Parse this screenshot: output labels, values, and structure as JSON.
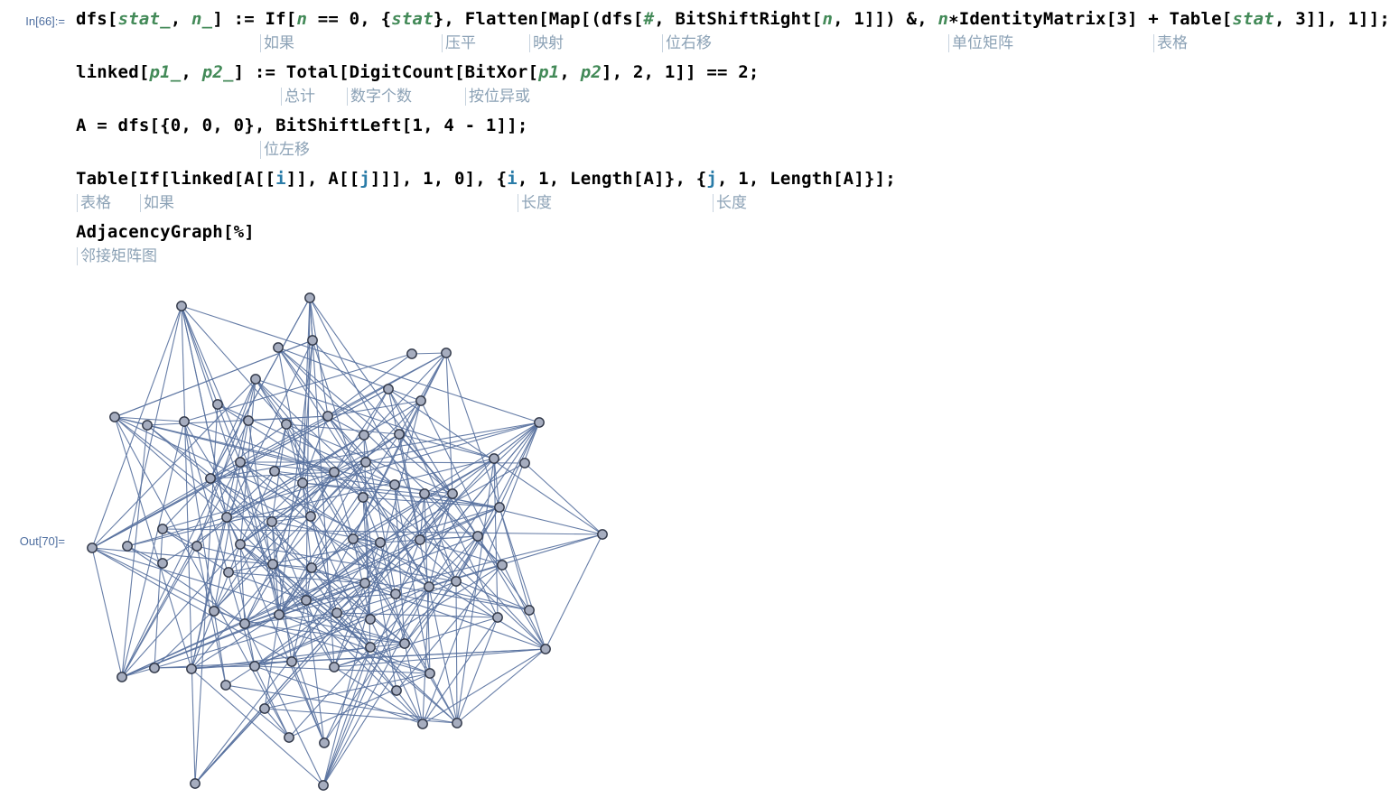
{
  "cell_in": {
    "label": "In[66]:=",
    "lines": [
      {
        "segments": [
          [
            "dfs[",
            ""
          ],
          [
            "stat_",
            "v"
          ],
          [
            ", ",
            ""
          ],
          [
            "n_",
            "v"
          ],
          [
            "] := If[",
            ""
          ],
          [
            "n",
            "v"
          ],
          [
            " == 0, {",
            ""
          ],
          [
            "stat",
            "v"
          ],
          [
            "}, Flatten[Map[(dfs[",
            ""
          ],
          [
            "#",
            "v"
          ],
          [
            ", BitShiftRight[",
            ""
          ],
          [
            "n",
            "v"
          ],
          [
            ", 1]]) &, ",
            ""
          ],
          [
            "n",
            "v"
          ],
          [
            "∗IdentityMatrix[3] + Table[",
            ""
          ],
          [
            "stat",
            "v"
          ],
          [
            ", 3]], 1]];",
            ""
          ]
        ],
        "annotations": [
          {
            "text": "如果",
            "col": 288
          },
          {
            "text": "压平",
            "col": 489
          },
          {
            "text": "映射",
            "col": 586
          },
          {
            "text": "位右移",
            "col": 733
          },
          {
            "text": "单位矩阵",
            "col": 1050
          },
          {
            "text": "表格",
            "col": 1277
          }
        ]
      },
      {
        "segments": [
          [
            "linked[",
            ""
          ],
          [
            "p1_",
            "v"
          ],
          [
            ", ",
            ""
          ],
          [
            "p2_",
            "v"
          ],
          [
            "] := Total[DigitCount[BitXor[",
            ""
          ],
          [
            "p1",
            "v"
          ],
          [
            ", ",
            ""
          ],
          [
            "p2",
            "v"
          ],
          [
            "], 2, 1]] == 2;",
            ""
          ]
        ],
        "annotations": [
          {
            "text": "总计",
            "col": 311
          },
          {
            "text": "数字个数",
            "col": 384
          },
          {
            "text": "按位异或",
            "col": 515
          }
        ]
      },
      {
        "segments": [
          [
            "A = dfs[{0, 0, 0}, BitShiftLeft[1, 4 - 1]];",
            ""
          ]
        ],
        "annotations": [
          {
            "text": "位左移",
            "col": 288
          }
        ]
      },
      {
        "segments": [
          [
            "Table[If[linked[A[[",
            ""
          ],
          [
            "i",
            "idx"
          ],
          [
            "]], A[[",
            ""
          ],
          [
            "j",
            "idx"
          ],
          [
            "]]], 1, 0], {",
            ""
          ],
          [
            "i",
            "idx"
          ],
          [
            ", 1, Length[A]}, {",
            ""
          ],
          [
            "j",
            "idx"
          ],
          [
            ", 1, Length[A]}];",
            ""
          ]
        ],
        "annotations": [
          {
            "text": "表格",
            "col": 85
          },
          {
            "text": "如果",
            "col": 155
          },
          {
            "text": "长度",
            "col": 573
          },
          {
            "text": "长度",
            "col": 789
          }
        ]
      },
      {
        "segments": [
          [
            "AdjacencyGraph[%]",
            ""
          ]
        ],
        "annotations": [
          {
            "text": "邻接矩阵图",
            "col": 85
          }
        ]
      }
    ]
  },
  "cell_out": {
    "label": "Out[70]="
  },
  "graph": {
    "edge_color": "#5a73a0",
    "vertex_fill": "#a6adbf",
    "vertex_stroke": "#2e3546"
  }
}
